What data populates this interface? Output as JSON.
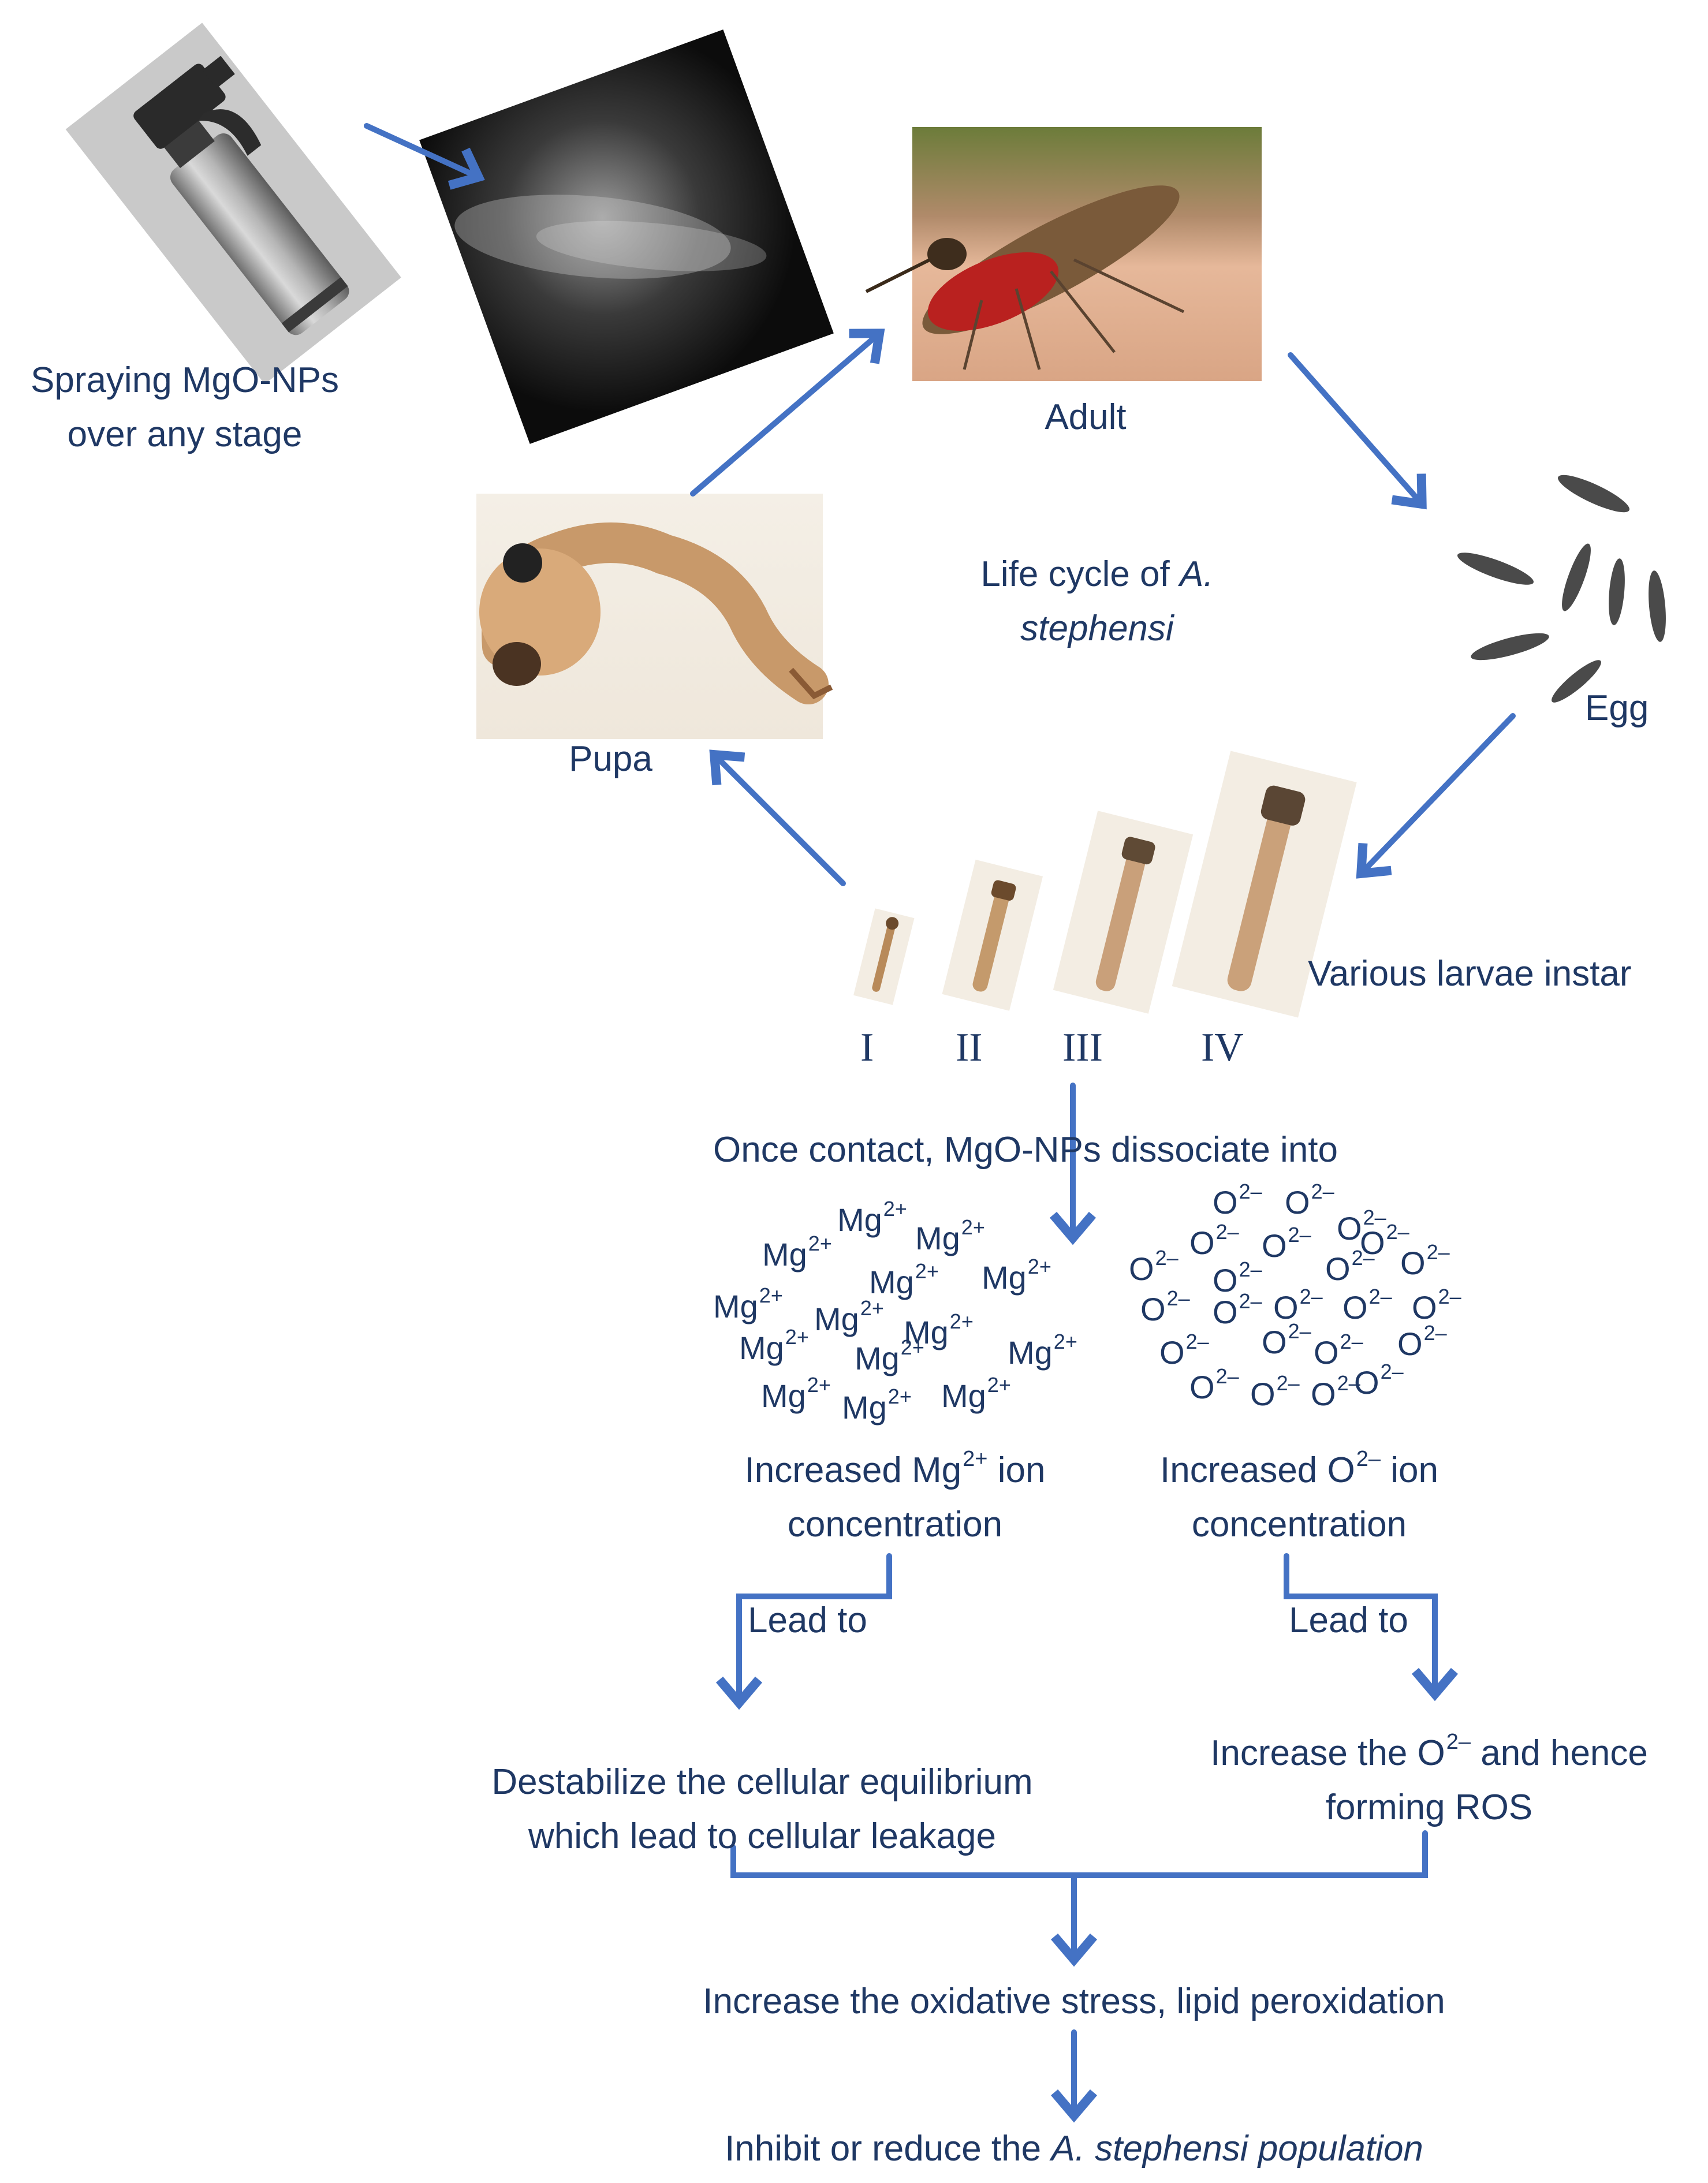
{
  "spray_label": [
    "Spraying MgO-NPs",
    "over any stage"
  ],
  "adult_label": "Adult",
  "egg_label": "Egg",
  "pupa_label": "Pupa",
  "life_cycle_label": {
    "line1": "Life cycle of ",
    "genus": "A.",
    "species": "stephensi"
  },
  "larvae_label": "Various larvae instar",
  "instars": [
    "I",
    "II",
    "III",
    "IV"
  ],
  "dissociate_label": "Once contact, MgO-NPs dissociate into",
  "mg_ion": {
    "symbol": "Mg",
    "charge": "2+"
  },
  "o_ion": {
    "symbol": "O",
    "charge": "2–"
  },
  "mg_concentration": {
    "pre": "Increased Mg",
    "sup": "2+",
    "post": " ion",
    "line2": "concentration"
  },
  "o_concentration": {
    "pre": "Increased O",
    "sup": "2–",
    "post": " ion",
    "line2": "concentration"
  },
  "lead_to_left": "Lead to",
  "lead_to_right": "Lead to",
  "destabilize_label": [
    "Destabilize the cellular equilibrium",
    "which lead to cellular leakage"
  ],
  "ros_label": {
    "pre": "Increase the O",
    "sup": "2–",
    "post": " and hence",
    "line2": "forming ROS"
  },
  "oxidative_label": "Increase the oxidative stress, lipid peroxidation",
  "inhibit_label": {
    "pre": "Inhibit or reduce the ",
    "italic": "A. stephensi population"
  },
  "colors": {
    "arrow": "#4472c4",
    "text": "#1f3864"
  }
}
